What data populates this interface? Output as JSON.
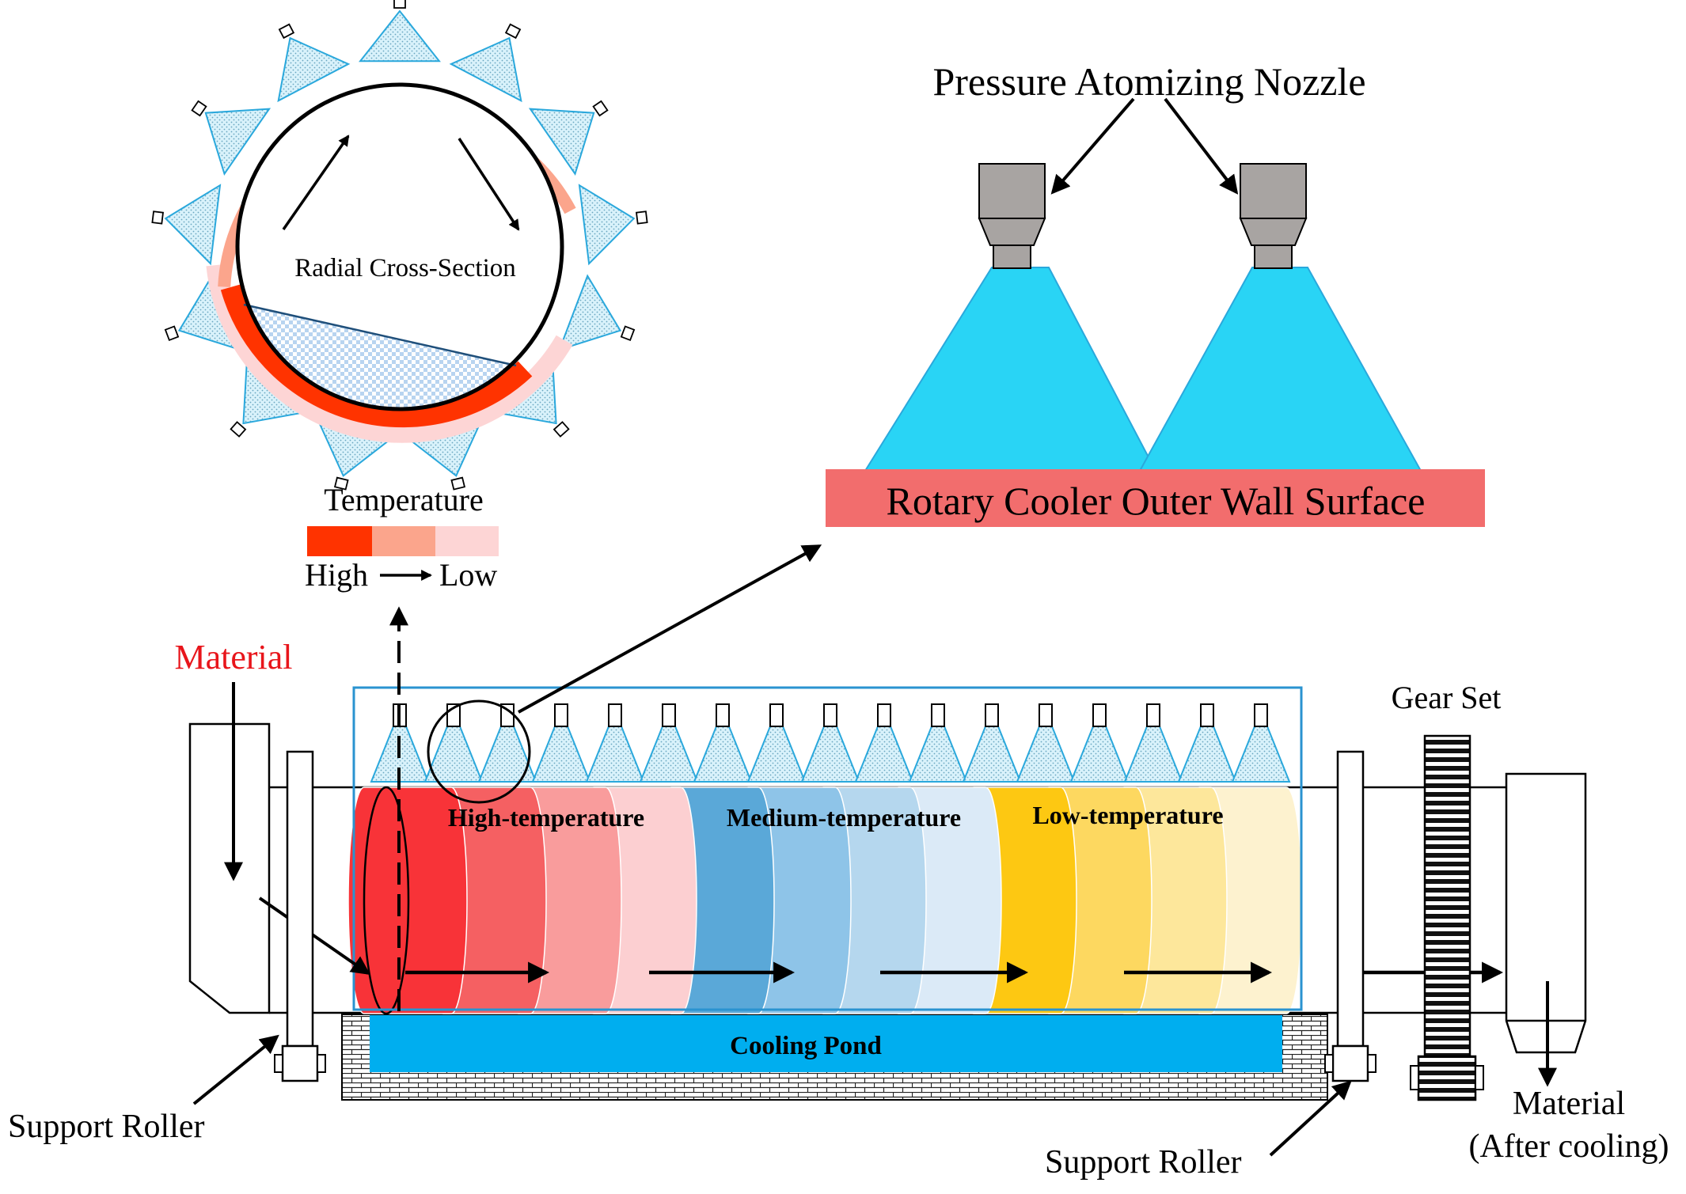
{
  "labels": {
    "nozzle_title": "Pressure Atomizing Nozzle",
    "wall_surface": "Rotary Cooler Outer Wall Surface",
    "cross_section": "Radial Cross-Section",
    "temperature": "Temperature",
    "high": "High",
    "low": "Low",
    "material_in": "Material",
    "gear_set": "Gear Set",
    "zone_high": "High-temperature",
    "zone_medium": "Medium-temperature",
    "zone_low": "Low-temperature",
    "cooling_pond": "Cooling Pond",
    "support_roller_left": "Support Roller",
    "support_roller_right": "Support Roller",
    "material_out_1": "Material",
    "material_out_2": "(After cooling)"
  },
  "colors": {
    "spray": "#29d4f5",
    "spray_edge": "#2aa8dc",
    "nozzle_body": "#a8a4a2",
    "wall_surface": "#f26d6d",
    "material_label": "#e8151b",
    "pond": "#00aeef",
    "temp_high": "#ff3300",
    "temp_mid": "#fba58c",
    "temp_low": "#fdd5d5",
    "zone_colors": [
      "#f83338",
      "#f56062",
      "#f99c9c",
      "#fccfd1",
      "#5aa8d8",
      "#8ec4e8",
      "#b5d7ee",
      "#dbeaf7",
      "#fdc812",
      "#fdd860",
      "#fde79b",
      "#fdf2cf"
    ]
  }
}
